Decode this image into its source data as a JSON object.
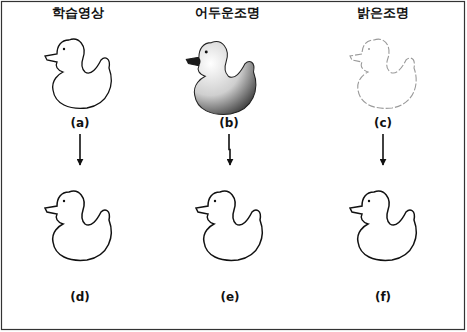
{
  "diagram": {
    "nodes": [
      {
        "text": [
          "(a)"
        ]
      },
      {
        "text": [
          "(b)"
        ]
      },
      {
        "text": [
          "(c)"
        ]
      },
      {
        "text": [
          "(d)"
        ]
      },
      {
        "text": [
          "(e)"
        ]
      },
      {
        "text": [
          "(f)"
        ]
      }
    ],
    "edges": [
      {
        "from": 0,
        "to": 3,
        "arrow": "to"
      },
      {
        "from": 1,
        "to": 4,
        "arrow": "to"
      },
      {
        "from": 2,
        "to": 5,
        "arrow": "to"
      }
    ],
    "labels": [
      "학습영상",
      "어두운조명",
      "밝은조명"
    ]
  }
}
